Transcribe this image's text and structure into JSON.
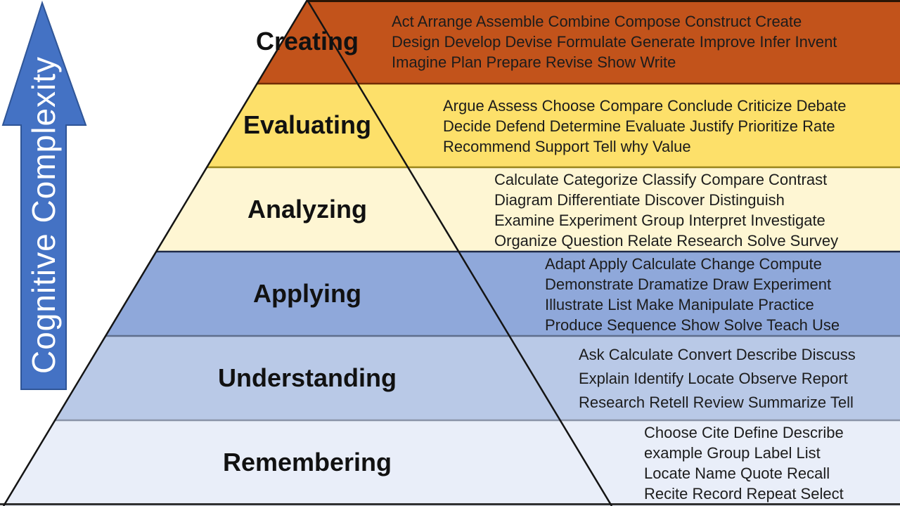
{
  "axis": {
    "label": "Cognitive Complexity"
  },
  "colors": {
    "background": "#FFFFFF",
    "outline": "#141414",
    "frame_top": "#2A1505",
    "frame_bottom": "#303030",
    "arrow_fill": "#4472C4",
    "arrow_border": "#2F5597",
    "arrow_text": "#FFFFFF",
    "label_text": "#111111",
    "verb_text": "#1C1C1C"
  },
  "bands": [
    {
      "label": "Creating",
      "color": "#C2531B",
      "separator_color": "#712D05",
      "verb_lines": [
        "Act Arrange Assemble Combine Compose Construct Create",
        "Design Develop Devise Formulate Generate Improve Infer Invent",
        "Imagine Plan Prepare Revise Show Write"
      ]
    },
    {
      "label": "Evaluating",
      "color": "#FDE06A",
      "separator_color": "#9A851A",
      "verb_lines": [
        "Argue Assess Choose Compare Conclude Criticize Debate",
        "Decide Defend Determine Evaluate Justify Prioritize Rate",
        "Recommend Support Tell why Value"
      ]
    },
    {
      "label": "Analyzing",
      "color": "#FEF6D3",
      "separator_color": "#1F2A47",
      "verb_lines": [
        "Calculate Categorize Classify Compare Contrast",
        "Diagram Differentiate Discover Distinguish",
        "Examine Experiment Group Interpret Investigate",
        "Organize Question Relate Research Solve Survey"
      ]
    },
    {
      "label": "Applying",
      "color": "#8FA8DA",
      "separator_color": "#5F6E8C",
      "verb_lines": [
        "Adapt Apply Calculate Change Compute",
        "Demonstrate Dramatize Draw Experiment",
        "Illustrate List Make Manipulate Practice",
        "Produce Sequence Show Solve Teach Use"
      ]
    },
    {
      "label": "Understanding",
      "color": "#B9C9E7",
      "separator_color": "#8A94A8",
      "verb_lines": [
        "Ask Calculate Convert Describe Discuss",
        "Explain Identify Locate Observe Report",
        "Research Retell Review Summarize Tell"
      ]
    },
    {
      "label": "Remembering",
      "color": "#E9EEF9",
      "separator_color": "#303030",
      "verb_lines": [
        "Choose Cite Define Describe",
        "example Group Label List",
        "Locate Name Quote Recall",
        "Recite Record Repeat Select"
      ]
    }
  ]
}
